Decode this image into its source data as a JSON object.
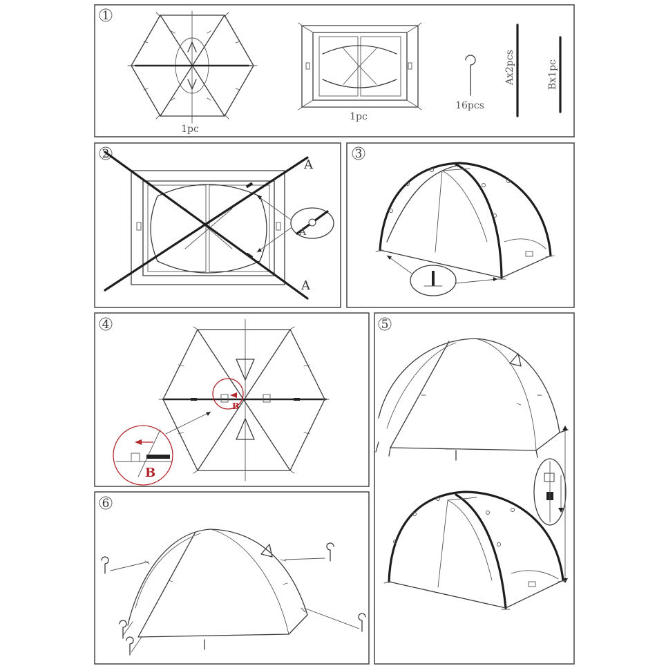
{
  "steps": {
    "s1": {
      "number": "1",
      "inner_tent_qty": "1pc",
      "fly_qty": "1pc",
      "stakes_qty": "16pcs",
      "pole_a": "Ax2pcs",
      "pole_b": "Bx1pc"
    },
    "s2": {
      "number": "2",
      "pole_label_top": "A",
      "pole_label_bottom": "A",
      "detail_label": "A"
    },
    "s3": {
      "number": "3"
    },
    "s4": {
      "number": "4",
      "marker_label": "B",
      "detail_label": "B"
    },
    "s5": {
      "number": "5"
    },
    "s6": {
      "number": "6"
    }
  },
  "colors": {
    "line": "#3a3a3a",
    "pole": "#1e1e1e",
    "accent_red": "#b3262b"
  }
}
